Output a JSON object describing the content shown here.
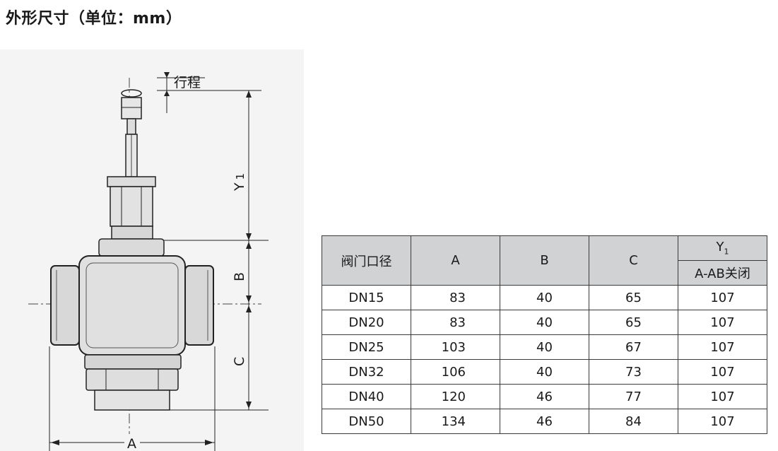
{
  "page": {
    "title": "外形尺寸（单位：mm）"
  },
  "drawing": {
    "stroke_label": "行程",
    "dim_labels": {
      "y1": "Y",
      "y1_sub": "1",
      "b": "B",
      "c": "C",
      "a": "A"
    }
  },
  "table": {
    "headers": {
      "size": "阀门口径",
      "a": "A",
      "b": "B",
      "c": "C",
      "y1": "Y",
      "y1_sub": "1",
      "y1_sub_header": "A-AB关闭"
    },
    "rows": [
      {
        "size": "DN15",
        "a": "83",
        "b": "40",
        "c": "65",
        "y1": "107"
      },
      {
        "size": "DN20",
        "a": "83",
        "b": "40",
        "c": "65",
        "y1": "107"
      },
      {
        "size": "DN25",
        "a": "103",
        "b": "40",
        "c": "67",
        "y1": "107"
      },
      {
        "size": "DN32",
        "a": "106",
        "b": "40",
        "c": "73",
        "y1": "107"
      },
      {
        "size": "DN40",
        "a": "120",
        "b": "46",
        "c": "77",
        "y1": "107"
      },
      {
        "size": "DN50",
        "a": "134",
        "b": "46",
        "c": "84",
        "y1": "107"
      }
    ]
  }
}
